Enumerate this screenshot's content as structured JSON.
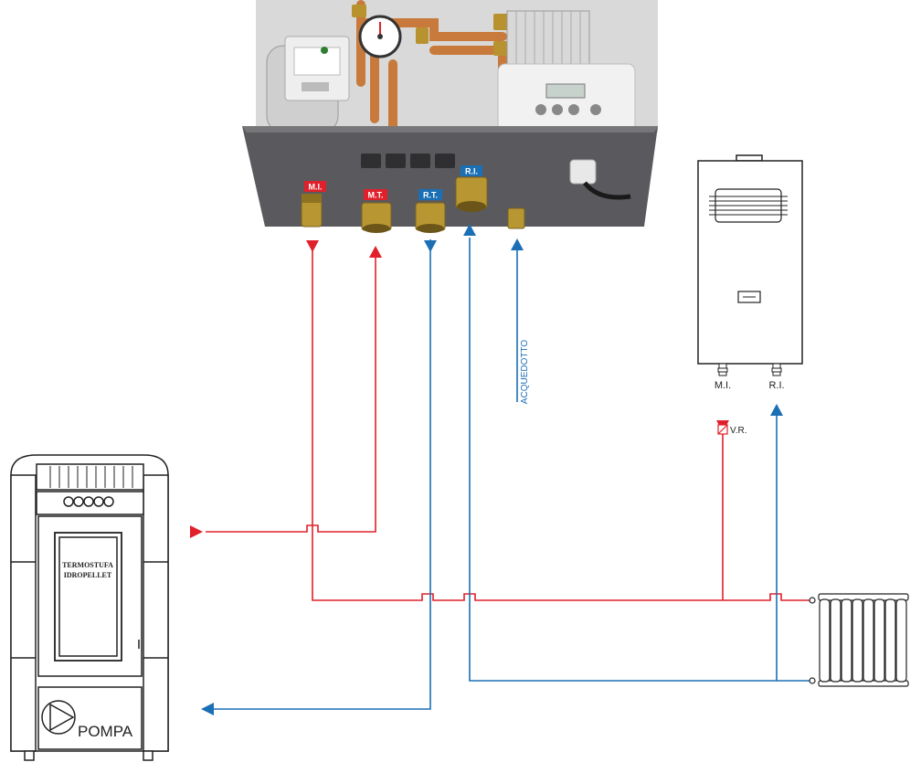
{
  "colors": {
    "supply_red": "#e0202a",
    "return_blue": "#1b6fb5",
    "outline": "#222222",
    "panel_grey": "#5a5a5e"
  },
  "module": {
    "tags": {
      "mi": "M.I.",
      "mt": "M.T.",
      "rt": "R.T.",
      "ri": "R.I."
    }
  },
  "aqueduct_label": "ACQUEDOTTO",
  "boiler": {
    "mi_label": "M.I.",
    "ri_label": "R.I.",
    "valve_label": "V.R."
  },
  "stove": {
    "title_line1": "TERMOSTUFA",
    "title_line2": "IDROPELLET",
    "pump_label": "POMPA"
  }
}
